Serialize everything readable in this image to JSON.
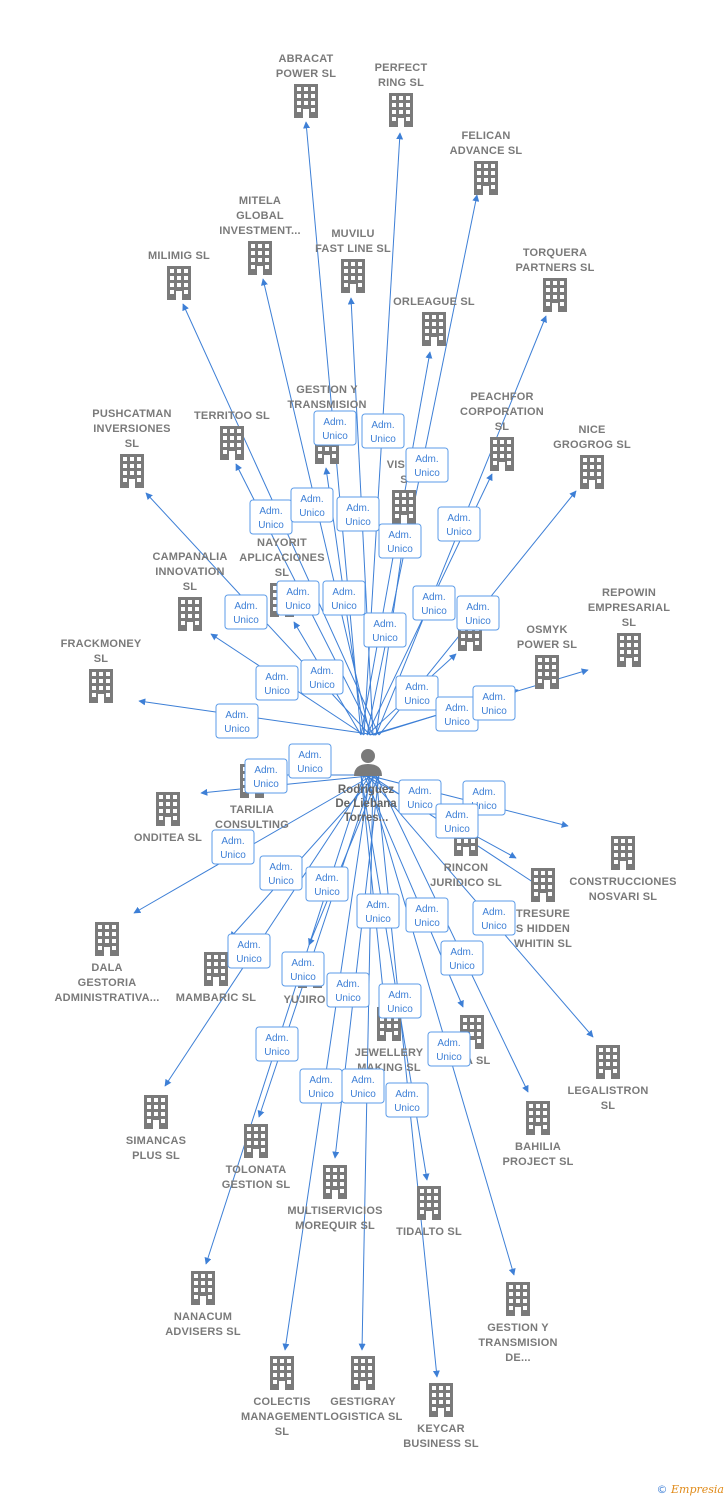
{
  "center": {
    "label": [
      "Rodriguez",
      "De Liebana",
      "Torres..."
    ],
    "icon": "person-icon"
  },
  "edge_label": [
    "Adm.",
    "Unico"
  ],
  "colors": {
    "edge": "#3d7fd6",
    "node": "#7a7a7a",
    "badge_border": "#5b9be8"
  },
  "companies": [
    {
      "id": "abracat",
      "label": [
        "ABRACAT",
        "POWER  SL"
      ]
    },
    {
      "id": "perfect",
      "label": [
        "PERFECT",
        "RING  SL"
      ]
    },
    {
      "id": "felican",
      "label": [
        "FELICAN",
        "ADVANCE  SL"
      ]
    },
    {
      "id": "mitela",
      "label": [
        "MITELA",
        "GLOBAL",
        "INVESTMENT..."
      ]
    },
    {
      "id": "muvilu",
      "label": [
        "MUVILU",
        "FAST LINE  SL"
      ]
    },
    {
      "id": "torquera",
      "label": [
        "TORQUERA",
        "PARTNERS  SL"
      ]
    },
    {
      "id": "milimig",
      "label": [
        "MILIMIG  SL"
      ]
    },
    {
      "id": "orleague",
      "label": [
        "ORLEAGUE  SL"
      ]
    },
    {
      "id": "gestion_top",
      "label": [
        "GESTION Y",
        "TRANSMISION",
        "DE..."
      ]
    },
    {
      "id": "peachfor",
      "label": [
        "PEACHFOR",
        "CORPORATION",
        "SL"
      ]
    },
    {
      "id": "pushcatman",
      "label": [
        "PUSHCATMAN",
        "INVERSIONES",
        "SL"
      ]
    },
    {
      "id": "territoo",
      "label": [
        "TERRITOO  SL"
      ]
    },
    {
      "id": "visca",
      "label": [
        "VISCA",
        "S"
      ]
    },
    {
      "id": "nice",
      "label": [
        "NICE",
        "GROGROG  SL"
      ]
    },
    {
      "id": "nayorit",
      "label": [
        "NAYORIT",
        "APLICACIONES",
        "SL"
      ]
    },
    {
      "id": "campanalia",
      "label": [
        "CAMPANALIA",
        "INNOVATION",
        "SL"
      ]
    },
    {
      "id": "hidden_sl",
      "label": [
        "SL"
      ]
    },
    {
      "id": "repowin",
      "label": [
        "REPOWIN",
        "EMPRESARIAL",
        "SL"
      ]
    },
    {
      "id": "osmyk",
      "label": [
        "OSMYK",
        "POWER  SL"
      ]
    },
    {
      "id": "frackmoney",
      "label": [
        "FRACKMONEY",
        "SL"
      ]
    },
    {
      "id": "onditea",
      "label": [
        "ONDITEA  SL"
      ]
    },
    {
      "id": "tarilia",
      "label": [
        "TARILIA",
        "CONSULTING"
      ]
    },
    {
      "id": "rincon",
      "label": [
        "RINCON",
        "JURIDICO  SL"
      ]
    },
    {
      "id": "construcciones",
      "label": [
        "CONSTRUCCIONES",
        "NOSVARI  SL"
      ]
    },
    {
      "id": "tresure",
      "label": [
        "TRESURE",
        "S HIDDEN",
        "WHITIN  SL"
      ]
    },
    {
      "id": "dala",
      "label": [
        "DALA",
        "GESTORIA",
        "ADMINISTRATIVA..."
      ]
    },
    {
      "id": "mambaric",
      "label": [
        "MAMBARIC  SL"
      ]
    },
    {
      "id": "yujiro",
      "label": [
        "YUJIRO  S"
      ]
    },
    {
      "id": "jewellery",
      "label": [
        "JEWELLERY",
        "MAKING  SL"
      ]
    },
    {
      "id": "ria",
      "label": [
        "RIA  SL"
      ]
    },
    {
      "id": "legalistron",
      "label": [
        "LEGALISTRON",
        "SL"
      ]
    },
    {
      "id": "simancas",
      "label": [
        "SIMANCAS",
        "PLUS  SL"
      ]
    },
    {
      "id": "tolonata",
      "label": [
        "TOLONATA",
        "GESTION  SL"
      ]
    },
    {
      "id": "bahilia",
      "label": [
        "BAHILIA",
        "PROJECT  SL"
      ]
    },
    {
      "id": "multiservicios",
      "label": [
        "MULTISERVICIOS",
        "MOREQUIR  SL"
      ]
    },
    {
      "id": "tidalto",
      "label": [
        "TIDALTO  SL"
      ]
    },
    {
      "id": "nanacum",
      "label": [
        "NANACUM",
        "ADVISERS  SL"
      ]
    },
    {
      "id": "gestion_bottom",
      "label": [
        "GESTION Y",
        "TRANSMISION",
        "DE..."
      ]
    },
    {
      "id": "colectis",
      "label": [
        "COLECTIS",
        "MANAGEMENT",
        "SL"
      ]
    },
    {
      "id": "gestigray",
      "label": [
        "GESTIGRAY",
        "LOGISTICA  SL"
      ]
    },
    {
      "id": "keycar",
      "label": [
        "KEYCAR",
        "BUSINESS  SL"
      ]
    }
  ],
  "footer": {
    "copyright": "©",
    "brand": "Empresia"
  }
}
